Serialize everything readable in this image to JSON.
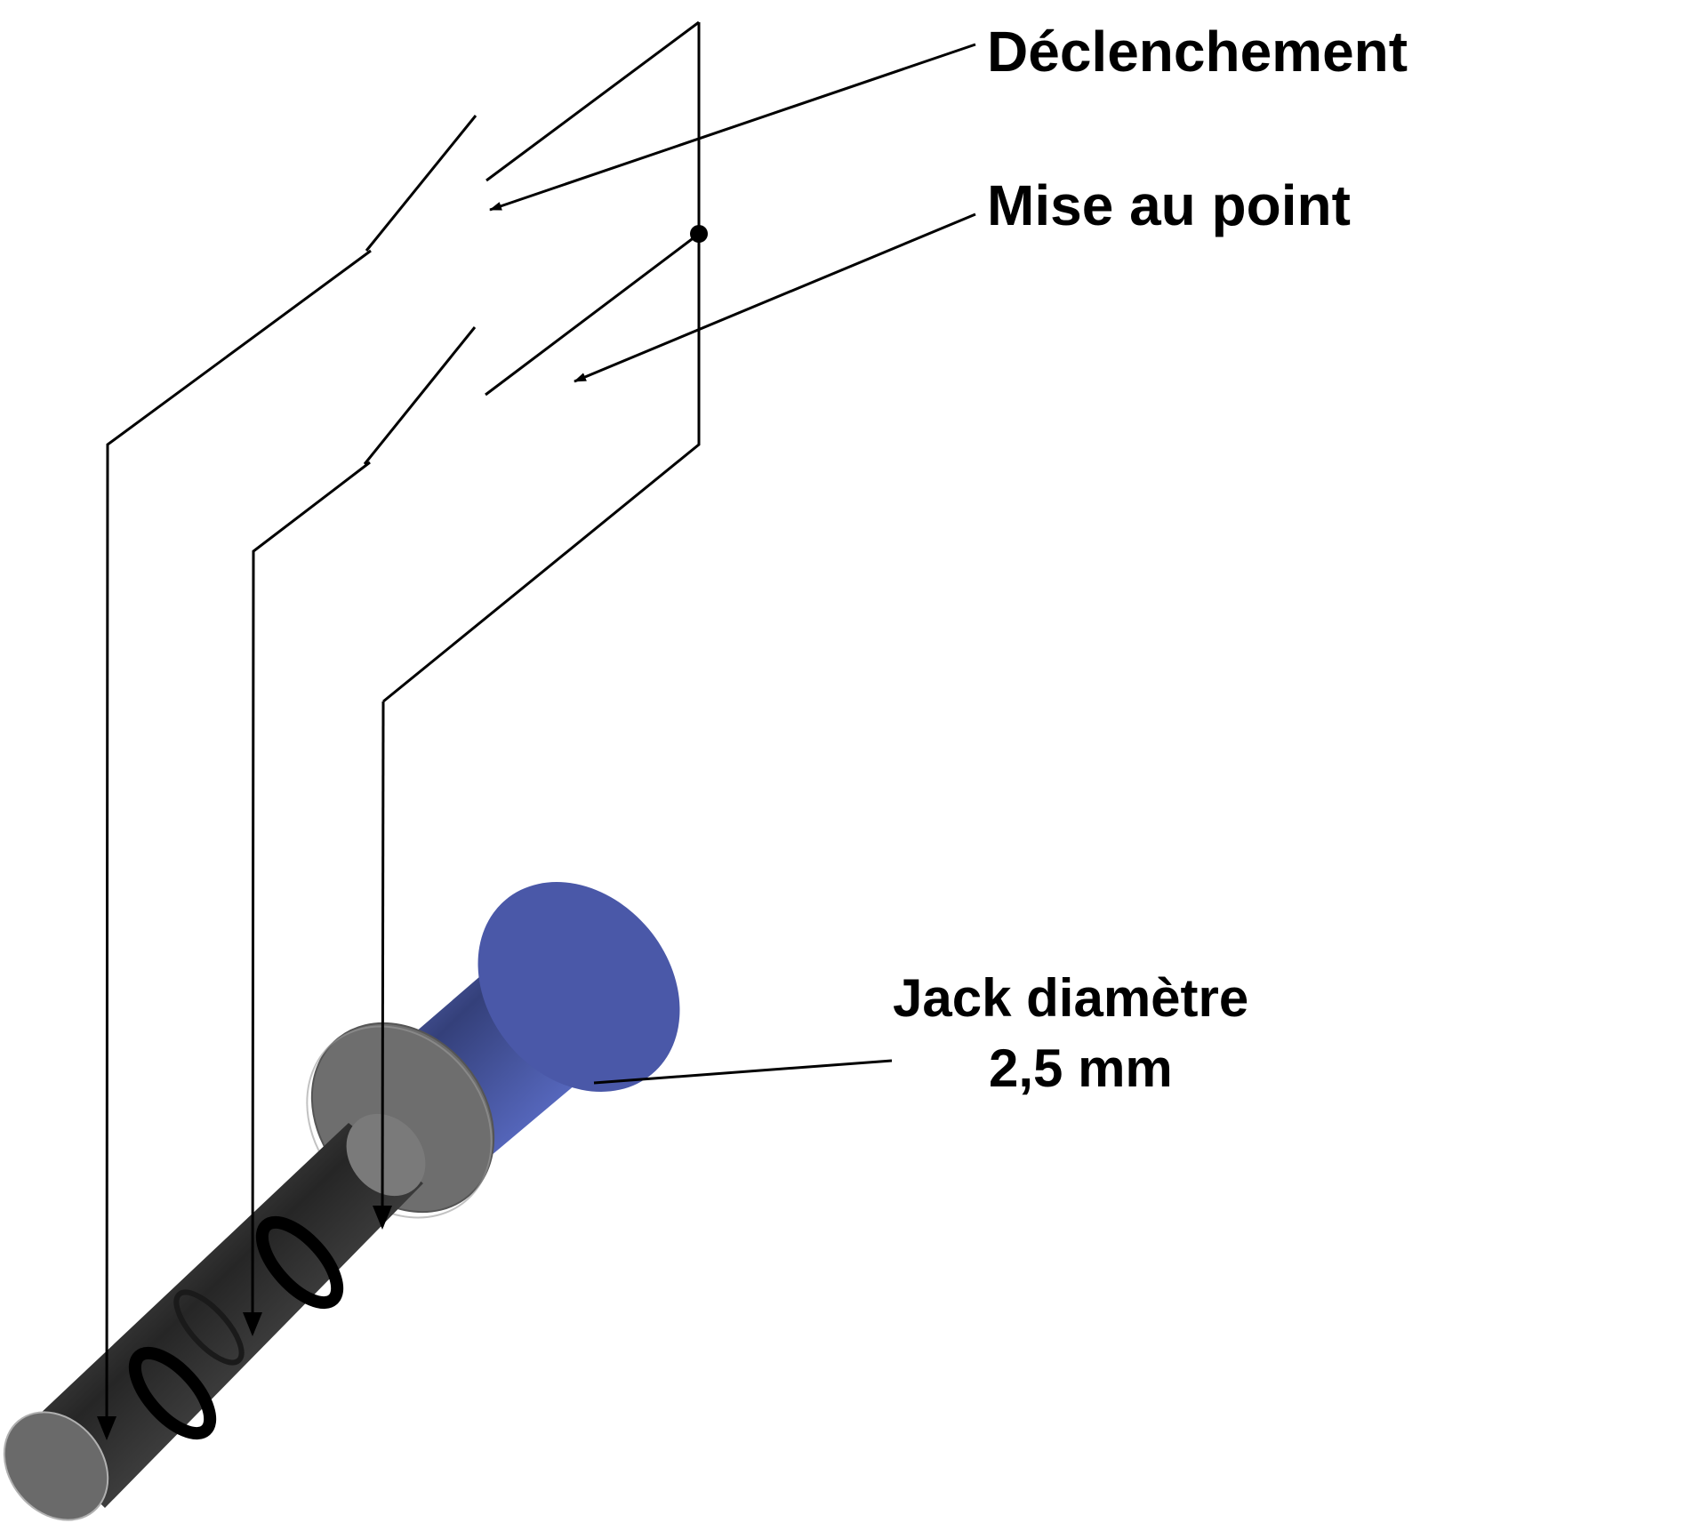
{
  "labels": {
    "trigger": "Déclenchement",
    "focus": "Mise au point",
    "jack_line1": "Jack diamètre",
    "jack_line2": "2,5 mm"
  },
  "colors": {
    "wire": "#000000",
    "sleeve_blue": "#5a6ac8",
    "metal_grey": "#6b6b6b",
    "insulator_ring": "#000000",
    "background": "#ffffff"
  }
}
